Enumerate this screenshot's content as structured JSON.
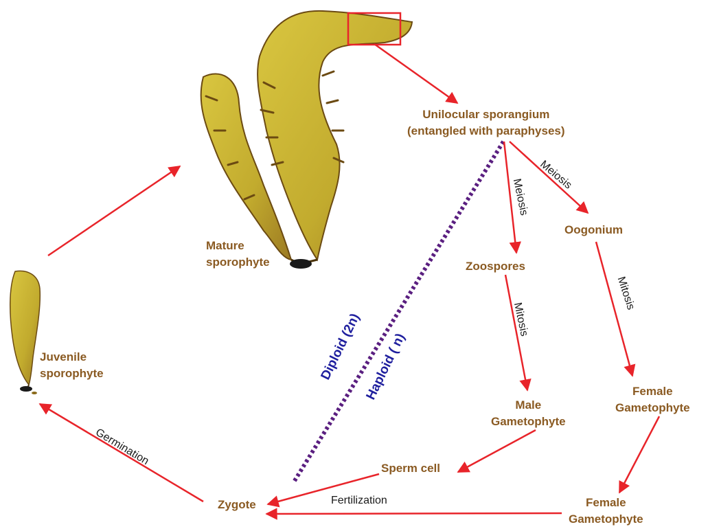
{
  "nodes": {
    "unilocular": {
      "line1": "Unilocular sporangium",
      "line2": "(entangled with paraphyses)"
    },
    "mature": {
      "line1": "Mature",
      "line2": "sporophyte"
    },
    "juvenile": {
      "line1": "Juvenile",
      "line2": "sporophyte"
    },
    "zoospores": "Zoospores",
    "oogonium": "Oogonium",
    "male_gametophyte": {
      "line1": "Male",
      "line2": "Gametophyte"
    },
    "female_gametophyte_upper": {
      "line1": "Female",
      "line2": "Gametophyte"
    },
    "female_gametophyte_lower": {
      "line1": "Female",
      "line2": "Gametophyte"
    },
    "sperm_cell": "Sperm cell",
    "zygote": "Zygote"
  },
  "processes": {
    "meiosis_zoospores": "Meiosis",
    "meiosis_oogonium": "Meiosis",
    "mitosis_male": "Mitosis",
    "mitosis_female": "Mitosis",
    "germination": "Germination",
    "fertilization": "Fertilization"
  },
  "ploidy": {
    "diploid": "Diploid (2n)",
    "haploid": "Haploid ( n)"
  },
  "colors": {
    "node_text": "#8a5a22",
    "arrow": "#e8242a",
    "ploidy_text": "#1f1f9e",
    "divider": "#5a1f80",
    "kelp_fill": "#c9b534",
    "kelp_edge": "#6b4a12",
    "holdfast": "#1a1a1a"
  }
}
